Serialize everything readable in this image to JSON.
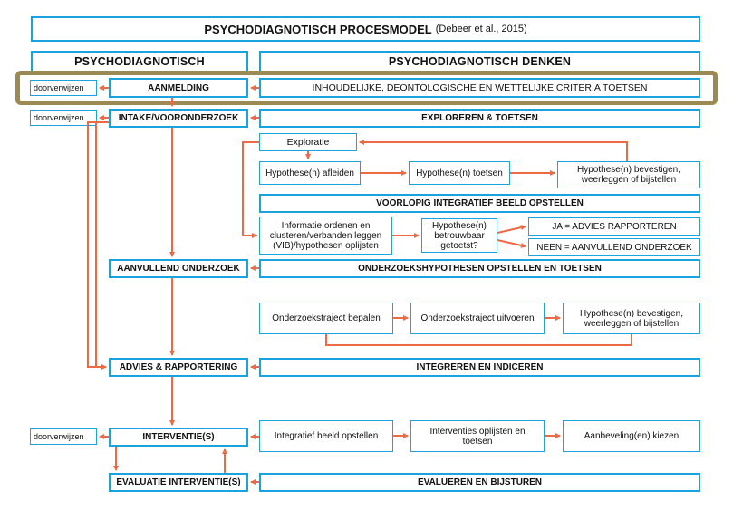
{
  "title": {
    "main": "PSYCHODIAGNOTISCH PROCESMODEL",
    "citation": "(Debeer et al., 2015)"
  },
  "headers": {
    "left": "PSYCHODIAGNOTISCH",
    "right": "PSYCHODIAGNOTISCH DENKEN"
  },
  "doorverwijzen": "doorverwijzen",
  "steps": {
    "aanmelding": "AANMELDING",
    "intake": "INTAKE/VOORONDERZOEK",
    "aanvullend": "AANVULLEND ONDERZOEK",
    "advies": "ADVIES & RAPPORTERING",
    "interventies": "INTERVENTIE(S)",
    "evaluatie": "EVALUATIE INTERVENTIE(S)"
  },
  "right": {
    "criteria": "INHOUDELIJKE, DEONTOLOGISCHE EN WETTELIJKE CRITERIA TOETSEN",
    "exploreren": "EXPLOREREN & TOETSEN",
    "exploratie": "Exploratie",
    "afleiden": "Hypothese(n) afleiden",
    "toetsen": "Hypothese(n) toetsen",
    "bevestigen": "Hypothese(n) bevestigen, weerleggen of bijstellen",
    "voorlopig": "VOORLOPIG INTEGRATIEF BEELD OPSTELLEN",
    "ordenen": "Informatie ordenen en clusteren/verbanden leggen (VIB)/hypothesen oplijsten",
    "betrouwbaar": "Hypothese(n) betrouwbaar getoetst?",
    "ja": "JA = ADVIES RAPPORTEREN",
    "neen": "NEEN = AANVULLEND ONDERZOEK",
    "onderzoekshyp": "ONDERZOEKSHYPOTHESEN OPSTELLEN EN TOETSEN",
    "traject_bepalen": "Onderzoekstraject bepalen",
    "traject_uitvoeren": "Onderzoekstraject uitvoeren",
    "bevestigen2": "Hypothese(n) bevestigen, weerleggen of bijstellen",
    "integreren": "INTEGREREN EN INDICEREN",
    "integratief": "Integratief beeld opstellen",
    "interventies_oplijsten": "Interventies oplijsten en toetsen",
    "aanbevelingen": "Aanbeveling(en) kiezen",
    "evalueren": "EVALUEREN EN BIJSTUREN"
  },
  "colors": {
    "box_border": "#1aa3dd",
    "arrow": "#ee6a45",
    "highlight": "#9c8a55"
  }
}
